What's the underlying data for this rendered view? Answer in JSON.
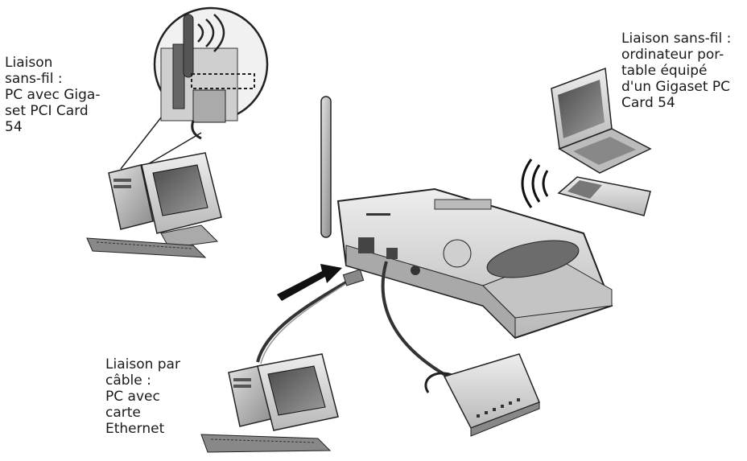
{
  "labels": {
    "pci_pc": "Liaison\nsans-fil :\nPC avec Giga-\nset PCI Card\n54",
    "notebook": "Liaison sans-fil :\nordinateur por-\ntable équipé\nd'un Gigaset PC\nCard 54",
    "cable_pc": "Liaison par\ncâble :\nPC avec\ncarte\nEthernet"
  },
  "colors": {
    "body": "#d9d9d9",
    "shade": "#9a9a9a",
    "dark": "#444444",
    "outline": "#222222"
  },
  "icons": [
    "desktop-pc",
    "pci-card-zoom",
    "router",
    "notebook",
    "pc-card",
    "wireless-waves",
    "hub",
    "arrow"
  ]
}
